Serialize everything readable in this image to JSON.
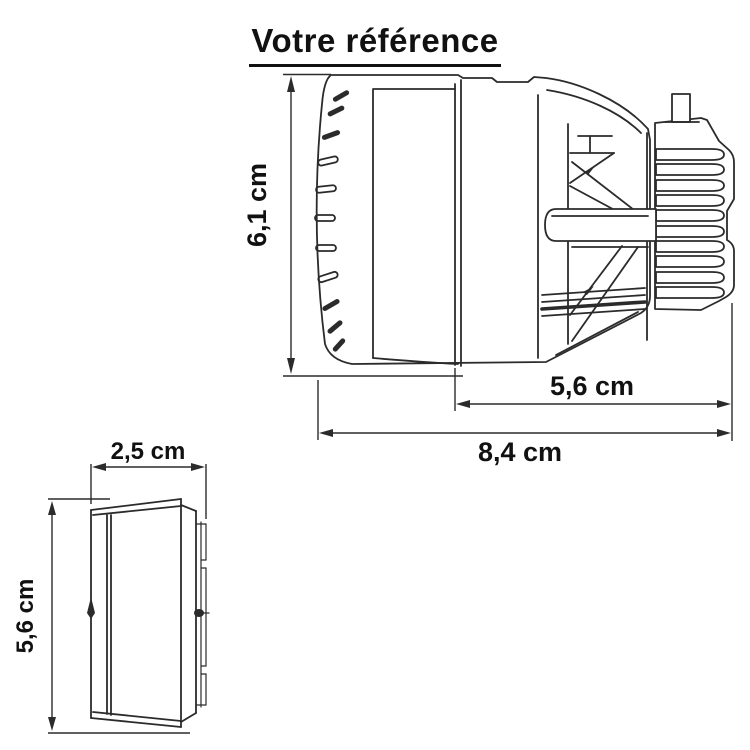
{
  "title": "Votre référence",
  "colors": {
    "line": "#2b2b2b",
    "text": "#111111",
    "background": "#ffffff"
  },
  "main_view": {
    "description": "thermostatic-head-side-view",
    "height_label": "6,1 cm",
    "depth_label": "5,6 cm",
    "length_label": "8,4 cm"
  },
  "side_view": {
    "description": "thermostatic-head-front-profile-view",
    "width_label": "2,5 cm",
    "height_label": "5,6 cm"
  }
}
